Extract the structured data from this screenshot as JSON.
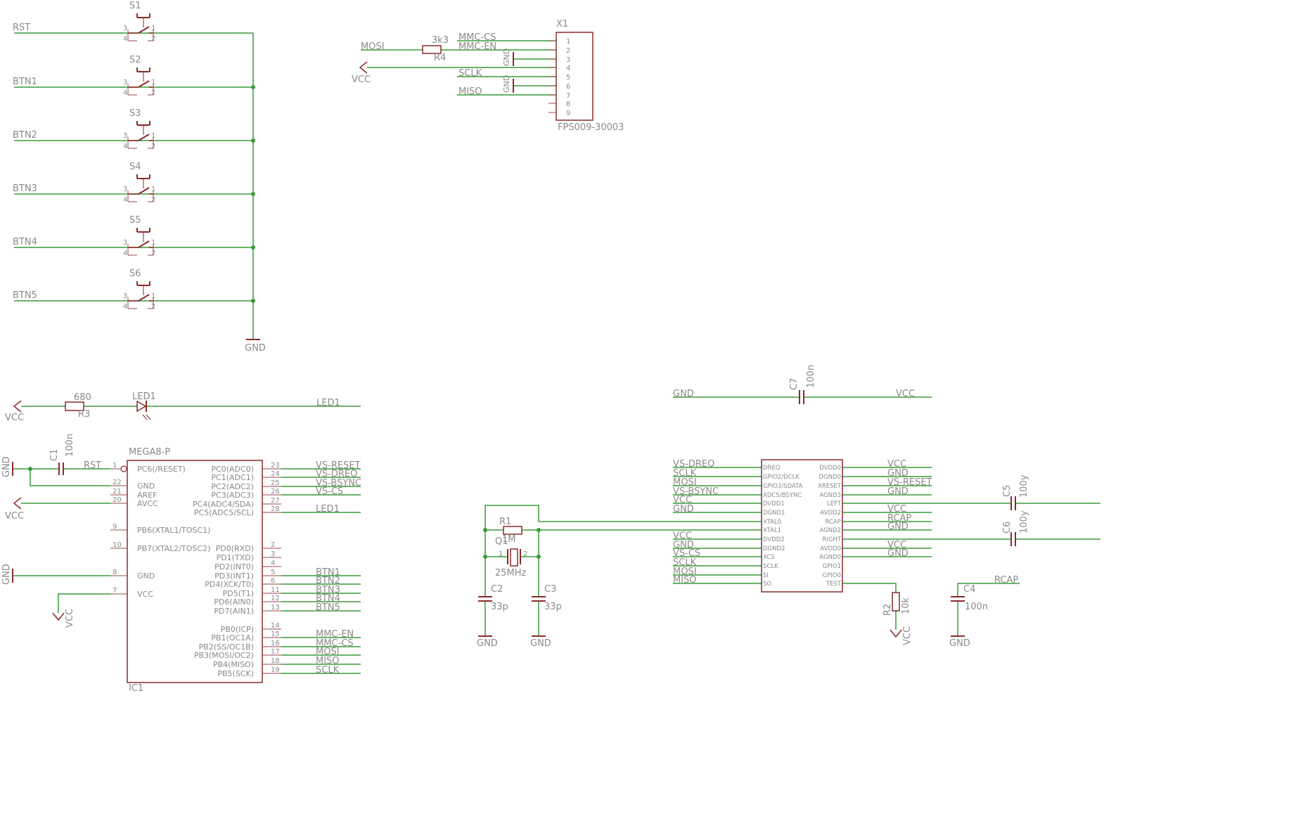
{
  "colors": {
    "wire": "#3a9a3a",
    "part": "#8a2a2a",
    "pin": "#9a4a4a",
    "text": "#8a8a8a",
    "background": "#ffffff",
    "junction": "#3a9a3a"
  },
  "switches": [
    {
      "name": "S1",
      "net": "RST"
    },
    {
      "name": "S2",
      "net": "BTN1"
    },
    {
      "name": "S3",
      "net": "BTN2"
    },
    {
      "name": "S4",
      "net": "BTN3"
    },
    {
      "name": "S5",
      "net": "BTN4"
    },
    {
      "name": "S6",
      "net": "BTN5"
    }
  ],
  "switch_pins": {
    "p1": "1",
    "p2": "2",
    "p3": "3",
    "p4": "4"
  },
  "gnd_label": "GND",
  "vcc_label": "VCC",
  "connector": {
    "name": "X1",
    "part": "FPS009-30003",
    "pins": [
      "1",
      "2",
      "3",
      "4",
      "5",
      "6",
      "7",
      "8",
      "9"
    ],
    "nets": {
      "mosi": "MOSI",
      "mmc_cs": "MMC-CS",
      "mmc_en": "MMC-EN",
      "sclk": "SCLK",
      "miso": "MISO"
    },
    "r4_name": "R4",
    "r4_value": "3k3"
  },
  "led": {
    "r3_value": "680",
    "r3_name": "R3",
    "led_name": "LED1",
    "net": "LED1"
  },
  "c1": {
    "name": "C1",
    "value": "100n",
    "net": "RST"
  },
  "mcu": {
    "name": "IC1",
    "part": "MEGA8-P",
    "left_pins": [
      {
        "label": "PC6(/RESET)",
        "num": "1"
      },
      {
        "label": "GND",
        "num": "22"
      },
      {
        "label": "AREF",
        "num": "21"
      },
      {
        "label": "AVCC",
        "num": "20"
      },
      {
        "label": "PB6(XTAL1/TOSC1)",
        "num": "9"
      },
      {
        "label": "PB7(XTAL2/TOSC2)",
        "num": "10"
      },
      {
        "label": "GND",
        "num": "8"
      },
      {
        "label": "VCC",
        "num": "7"
      }
    ],
    "right_pins": [
      {
        "label": "PC0(ADC0)",
        "num": "23",
        "net": "VS-RESET"
      },
      {
        "label": "PC1(ADC1)",
        "num": "24",
        "net": "VS-DREQ"
      },
      {
        "label": "PC2(ADC2)",
        "num": "25",
        "net": "VS-BSYNC"
      },
      {
        "label": "PC3(ADC3)",
        "num": "26",
        "net": "VS-CS"
      },
      {
        "label": "PC4(ADC4/SDA)",
        "num": "27",
        "net": ""
      },
      {
        "label": "PC5(ADC5/SCL)",
        "num": "28",
        "net": "LED1"
      },
      {
        "label": "PD0(RXD)",
        "num": "2",
        "net": ""
      },
      {
        "label": "PD1(TXD)",
        "num": "3",
        "net": ""
      },
      {
        "label": "PD2(INT0)",
        "num": "4",
        "net": ""
      },
      {
        "label": "PD3(INT1)",
        "num": "5",
        "net": "BTN1"
      },
      {
        "label": "PD4(XCK/T0)",
        "num": "6",
        "net": "BTN2"
      },
      {
        "label": "PD5(T1)",
        "num": "11",
        "net": "BTN3"
      },
      {
        "label": "PD6(AIN0)",
        "num": "12",
        "net": "BTN4"
      },
      {
        "label": "PD7(AIN1)",
        "num": "13",
        "net": "BTN5"
      },
      {
        "label": "PB0(ICP)",
        "num": "14",
        "net": ""
      },
      {
        "label": "PB1(OC1A)",
        "num": "15",
        "net": "MMC-EN"
      },
      {
        "label": "PB2(SS/OC1B)",
        "num": "16",
        "net": "MMC-CS"
      },
      {
        "label": "PB3(MOSI/OC2)",
        "num": "17",
        "net": "MOSI"
      },
      {
        "label": "PB4(MISO)",
        "num": "18",
        "net": "MISO"
      },
      {
        "label": "PB5(SCK)",
        "num": "19",
        "net": "SCLK"
      }
    ]
  },
  "crystal": {
    "r1_name": "R1",
    "r1_value": "1M",
    "q_name": "Q1",
    "q_value": "25MHz",
    "c2_name": "C2",
    "c2_value": "33p",
    "c3_name": "C3",
    "c3_value": "33p",
    "pin1": "1",
    "pin2": "2"
  },
  "c7": {
    "name": "C7",
    "value": "100n"
  },
  "decoder": {
    "left_pins": [
      {
        "label": "DREQ",
        "net": "VS-DREQ"
      },
      {
        "label": "GPIO2/DCLK",
        "net": "SCLK"
      },
      {
        "label": "GPIO3/SDATA",
        "net": "MOSI"
      },
      {
        "label": "XDCS/BSYNC",
        "net": "VS-BSYNC"
      },
      {
        "label": "DVDD1",
        "net": "VCC"
      },
      {
        "label": "DGND1",
        "net": "GND"
      },
      {
        "label": "XTAL0",
        "net": ""
      },
      {
        "label": "XTAL1",
        "net": ""
      },
      {
        "label": "DVDD2",
        "net": "VCC"
      },
      {
        "label": "DGND2",
        "net": "GND"
      },
      {
        "label": "XCS",
        "net": "VS-CS"
      },
      {
        "label": "SCLK",
        "net": "SCLK"
      },
      {
        "label": "SI",
        "net": "MOSI"
      },
      {
        "label": "SO",
        "net": "MISO"
      }
    ],
    "right_pins": [
      {
        "label": "DVDD0",
        "net": "VCC"
      },
      {
        "label": "DGND0",
        "net": "GND"
      },
      {
        "label": "XRESET",
        "net": "VS-RESET"
      },
      {
        "label": "AGND3",
        "net": "GND"
      },
      {
        "label": "LEFT",
        "net": ""
      },
      {
        "label": "AVDD2",
        "net": "VCC"
      },
      {
        "label": "RCAP",
        "net": "RCAP"
      },
      {
        "label": "AGND2",
        "net": "GND"
      },
      {
        "label": "RIGHT",
        "net": ""
      },
      {
        "label": "AVDD0",
        "net": "VCC"
      },
      {
        "label": "AGND0",
        "net": "GND"
      },
      {
        "label": "GPIO1",
        "net": ""
      },
      {
        "label": "GPIO0",
        "net": ""
      },
      {
        "label": "TEST",
        "net": ""
      }
    ]
  },
  "caps_right": {
    "c5_name": "C5",
    "c5_value": "100y",
    "c6_name": "C6",
    "c6_value": "100y"
  },
  "r2": {
    "name": "R2",
    "value": "10k"
  },
  "c4": {
    "name": "C4",
    "value": "100n",
    "net": "RCAP"
  }
}
